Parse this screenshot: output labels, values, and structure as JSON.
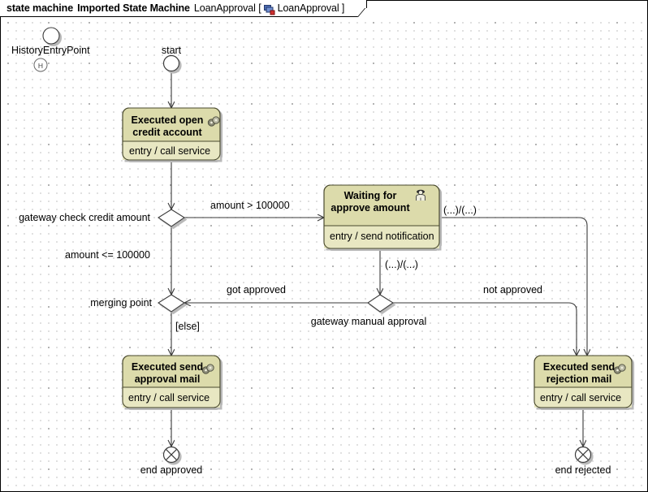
{
  "window": {
    "title_prefix": "state machine",
    "title_name": "Imported State Machine",
    "title_suffix": "LoanApproval [",
    "title_context": "LoanApproval ]",
    "tab_icon": "state-machine-icon"
  },
  "colors": {
    "state_fill": "#dcdbab",
    "state_body_fill": "#e8e7c2",
    "state_border": "#4a4a2f",
    "line": "#3a3a3a",
    "grid_minor": "#d6d6d6",
    "grid_major": "#9a9a9a",
    "canvas": "#ffffff",
    "shadow": "#b9b9b9"
  },
  "nodes": {
    "history_entry_point": {
      "label": "HistoryEntryPoint",
      "icon": "history-circle-icon",
      "marker": "H"
    },
    "start": {
      "label": "start",
      "icon": "initial-node-icon"
    },
    "open_credit_account": {
      "title_line1": "Executed open",
      "title_line2": "credit account",
      "body": "entry / call service",
      "icon": "gears-icon"
    },
    "waiting_for_approve": {
      "title_line1": "Waiting for",
      "title_line2": "approve amount",
      "body": "entry / send notification",
      "icon": "person-icon"
    },
    "send_approval_mail": {
      "title_line1": "Executed send",
      "title_line2": "approval mail",
      "body": "entry / call service",
      "icon": "gears-icon"
    },
    "send_rejection_mail": {
      "title_line1": "Executed send",
      "title_line2": "rejection mail",
      "body": "entry / call service",
      "icon": "gears-icon"
    },
    "gateway_check_credit": {
      "label": "gateway check credit amount",
      "icon": "decision-diamond-icon"
    },
    "merging_point": {
      "label": "merging point",
      "icon": "merge-diamond-icon"
    },
    "gateway_manual_approval": {
      "label": "gateway manual approval",
      "icon": "decision-diamond-icon"
    },
    "end_approved": {
      "label": "end approved",
      "icon": "terminate-node-icon"
    },
    "end_rejected": {
      "label": "end rejected",
      "icon": "terminate-node-icon"
    }
  },
  "transitions": {
    "amount_gt": "amount > 100000",
    "amount_lte": "amount <= 100000",
    "waiting_to_reject": "(...)/(...)",
    "waiting_to_gateway": "(...)/(...)",
    "got_approved": "got approved",
    "not_approved": "not approved",
    "else": "[else]"
  }
}
